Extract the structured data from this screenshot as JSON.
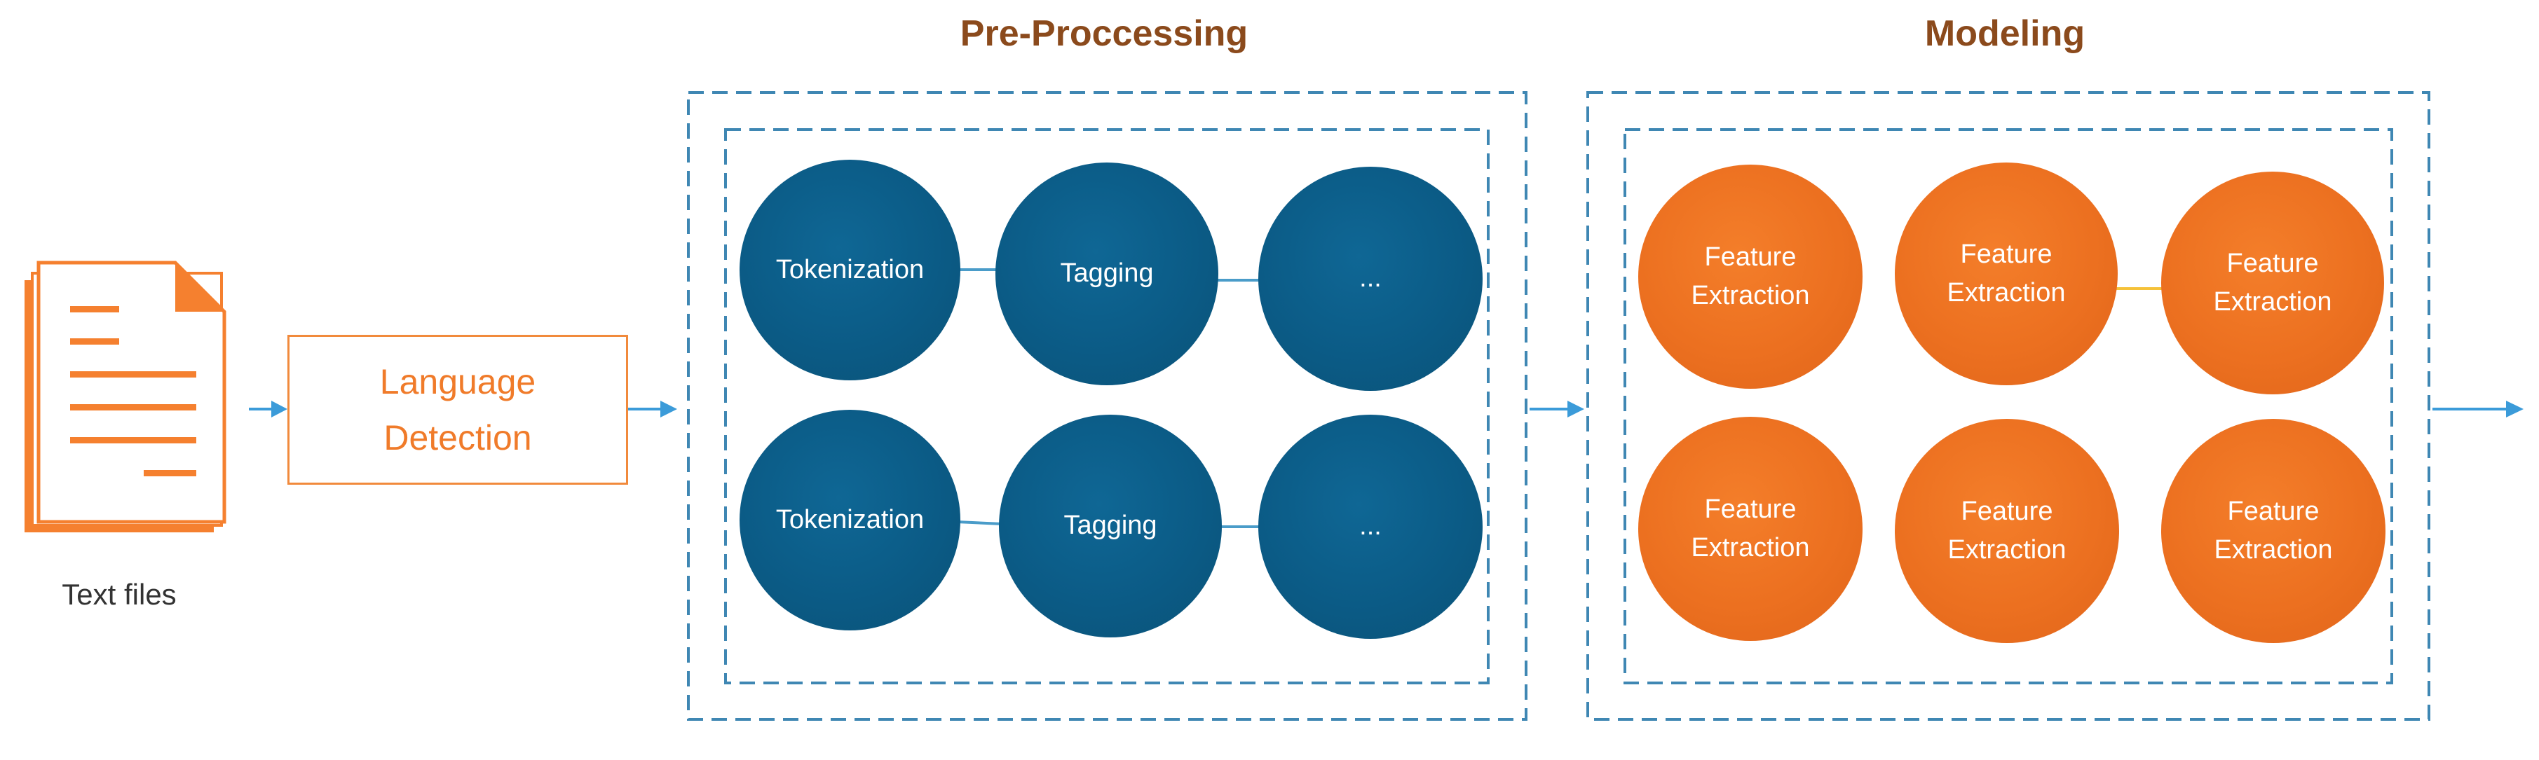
{
  "icon": {
    "name": "text-document-icon",
    "color": "#f5802f"
  },
  "input_label": "Text files",
  "language_detection": {
    "line1": "Language",
    "line2": "Detection"
  },
  "preprocessing": {
    "title": "Pre-Proccessing",
    "rows": [
      [
        "Tokenization",
        "Tagging",
        "..."
      ],
      [
        "Tokenization",
        "Tagging",
        "..."
      ]
    ]
  },
  "modeling": {
    "title": "Modeling",
    "rows": [
      [
        [
          "Feature",
          "Extraction"
        ],
        [
          "Feature",
          "Extraction"
        ],
        [
          "Feature",
          "Extraction"
        ]
      ],
      [
        [
          "Feature",
          "Extraction"
        ],
        [
          "Feature",
          "Extraction"
        ],
        [
          "Feature",
          "Extraction"
        ]
      ]
    ]
  },
  "colors": {
    "blue_node": "#0b5b86",
    "orange_node": "#ec7020",
    "heading": "#8b4a1c",
    "arrow": "#3b9bd9",
    "dashed_border": "#3f87b3"
  }
}
